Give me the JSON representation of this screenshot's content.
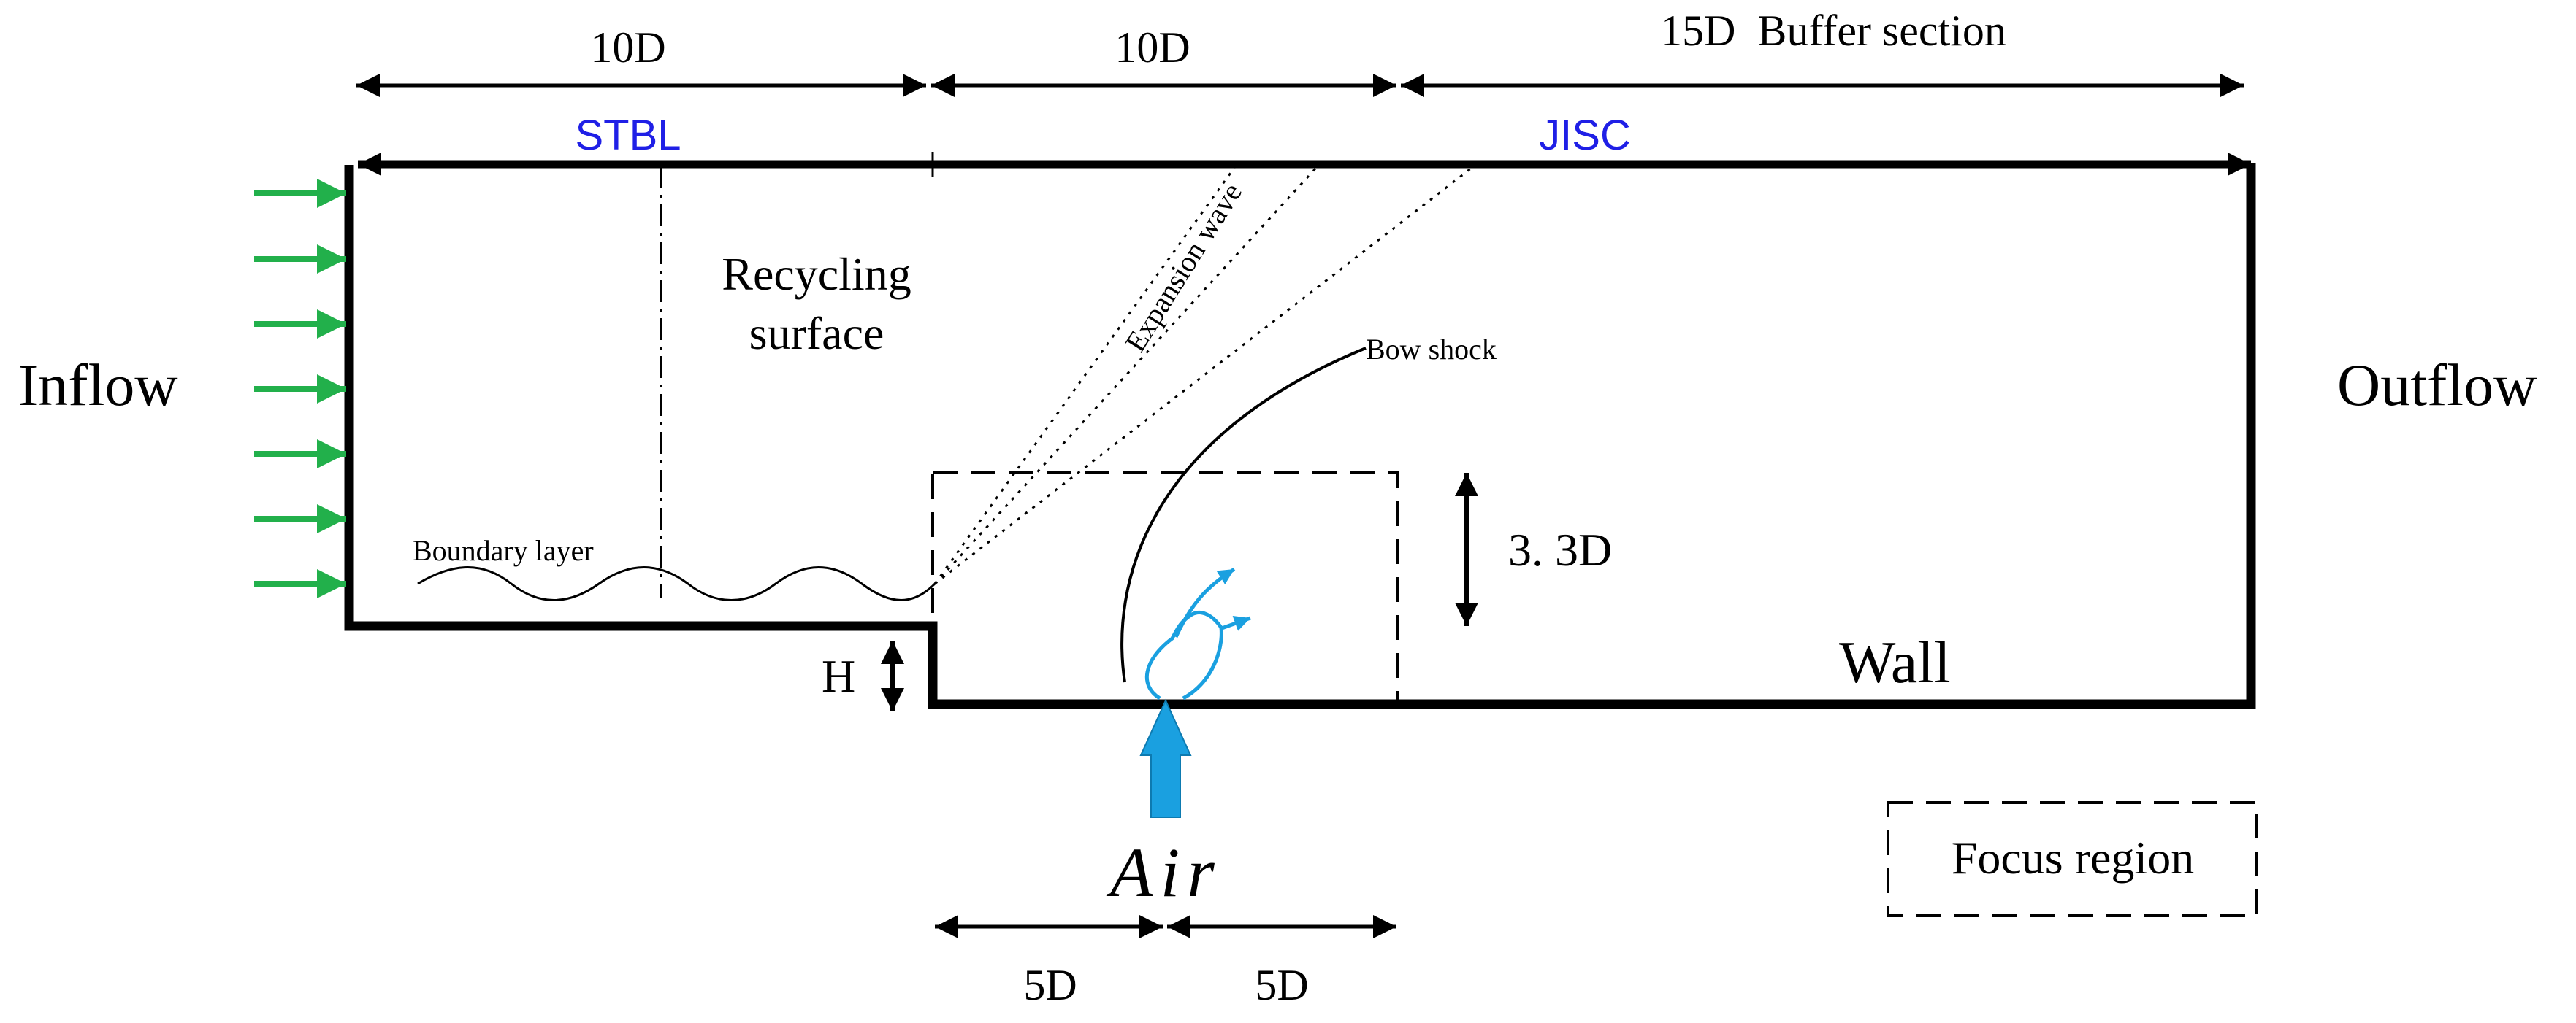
{
  "labels": {
    "inflow": "Inflow",
    "outflow": "Outflow",
    "recycling_line1": "Recycling",
    "recycling_line2": "surface",
    "boundary_layer": "Boundary layer",
    "expansion_wave": "Expansion wave",
    "bow_shock": "Bow shock",
    "wall": "Wall",
    "step_height": "H",
    "jet_height": "3. 3D",
    "air": "Air",
    "focus_region": "Focus region"
  },
  "dimensions": {
    "top_left": "10D",
    "top_middle": "10D",
    "top_right": "15D  Buffer section",
    "bottom_left": "5D",
    "bottom_right": "5D"
  },
  "sections": {
    "stbl": "STBL",
    "jisc": "JISC"
  },
  "colors": {
    "section_label": "#1f1fe6",
    "inflow_arrow": "#22b04b",
    "jet": "#1aa0e0",
    "outline": "#000000"
  },
  "icons": {
    "inflow_arrows": "green-arrow-right-icon",
    "jet_arrow": "blue-arrow-up-icon"
  }
}
